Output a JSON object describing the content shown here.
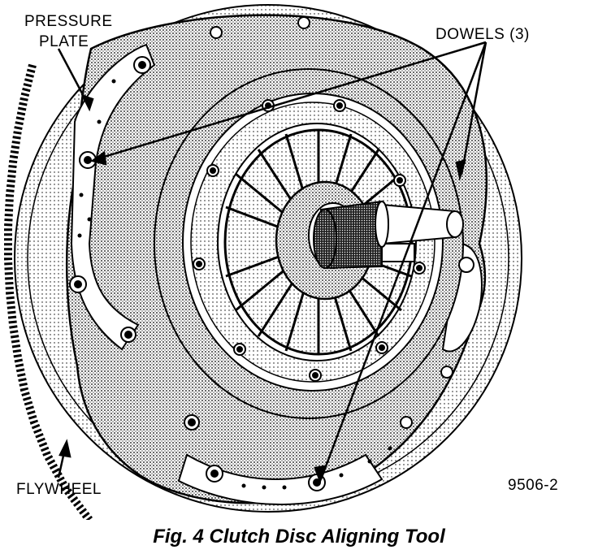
{
  "labels": {
    "pressure": "PRESSURE",
    "plate": "PLATE",
    "dowels": "DOWELS (3)",
    "flywheel": "FLYWHEEL",
    "figure_number": "9506-2"
  },
  "caption": "Fig. 4 Clutch Disc Aligning Tool",
  "colors": {
    "ink": "#000000",
    "paper": "#ffffff"
  }
}
